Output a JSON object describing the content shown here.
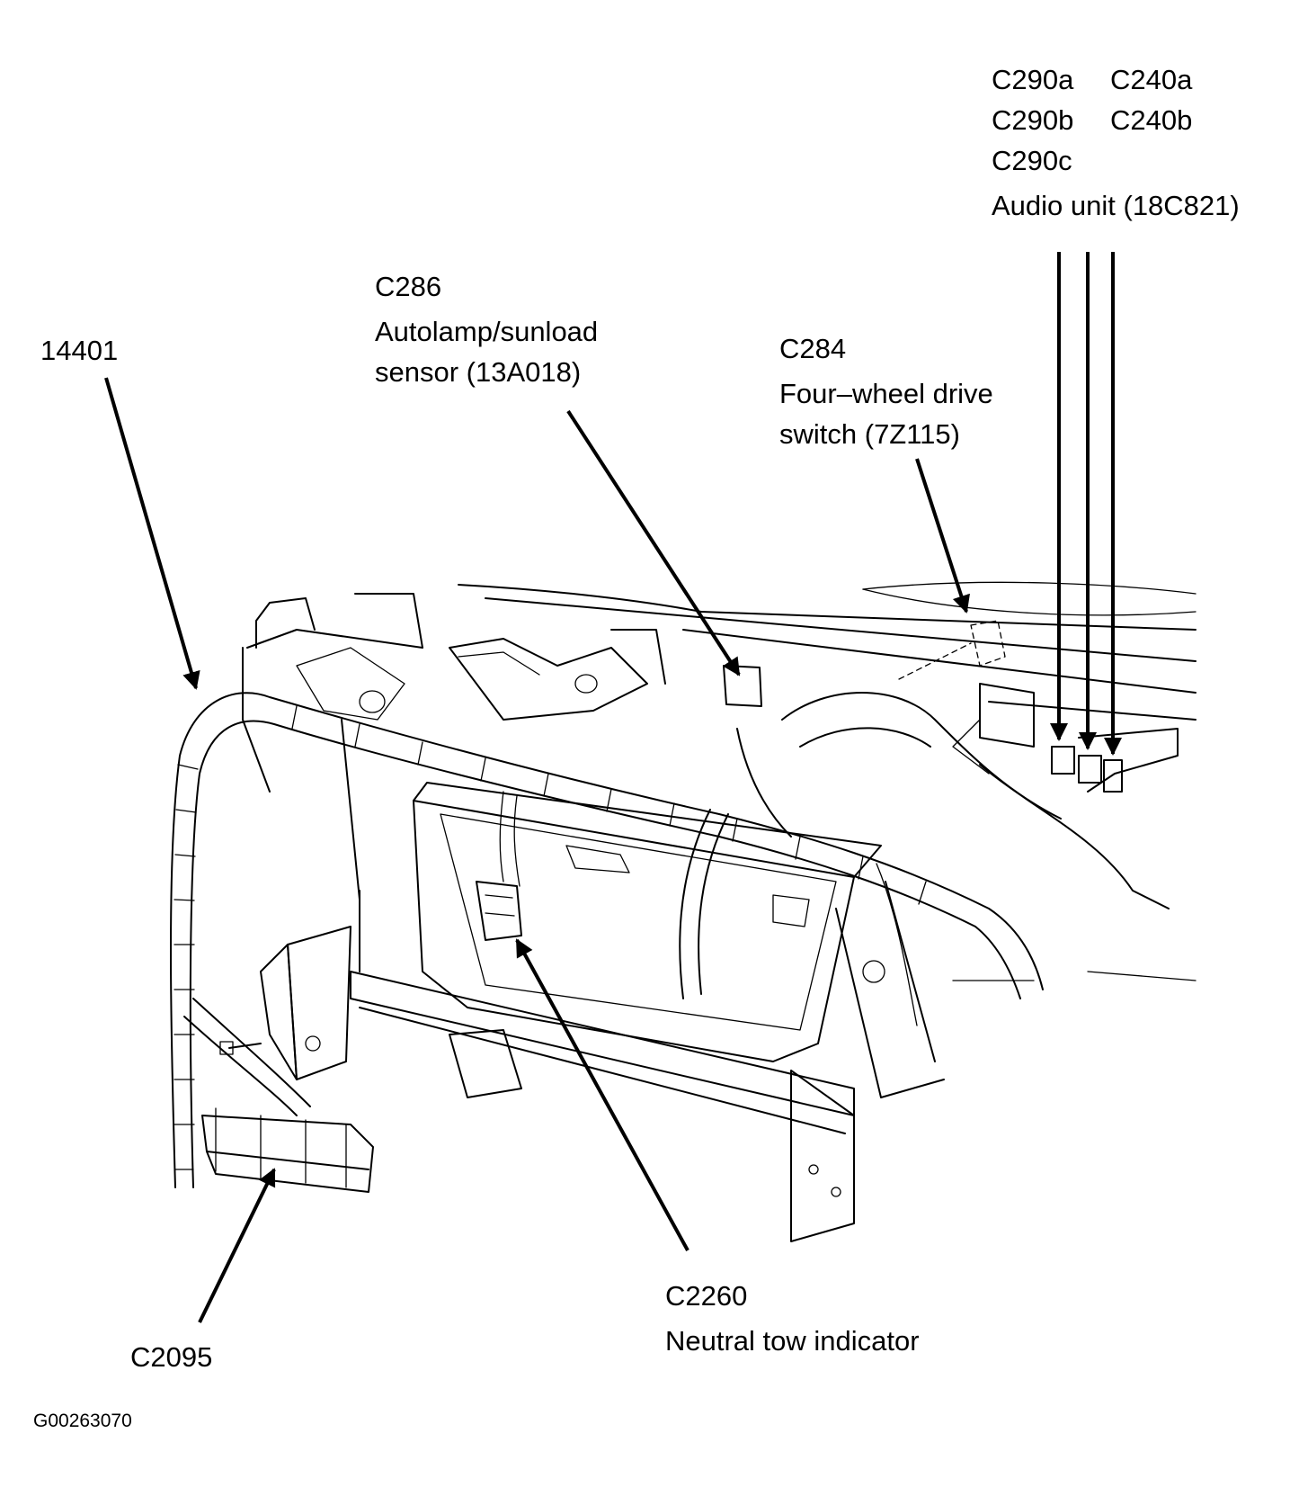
{
  "callouts": {
    "c290a": "C290a",
    "c240a": "C240a",
    "c290b": "C290b",
    "c240b": "C240b",
    "c290c": "C290c",
    "audio_unit": "Audio unit (18C821)",
    "c286": "C286",
    "autolamp_line1": "Autolamp/sunload",
    "autolamp_line2": "sensor (13A018)",
    "c284": "C284",
    "fwd_line1": "Four–wheel drive",
    "fwd_line2": "switch (7Z115)",
    "harness": "14401",
    "c2260": "C2260",
    "neutral_tow": "Neutral tow indicator",
    "c2095": "C2095"
  },
  "figure_code": "G00263070"
}
